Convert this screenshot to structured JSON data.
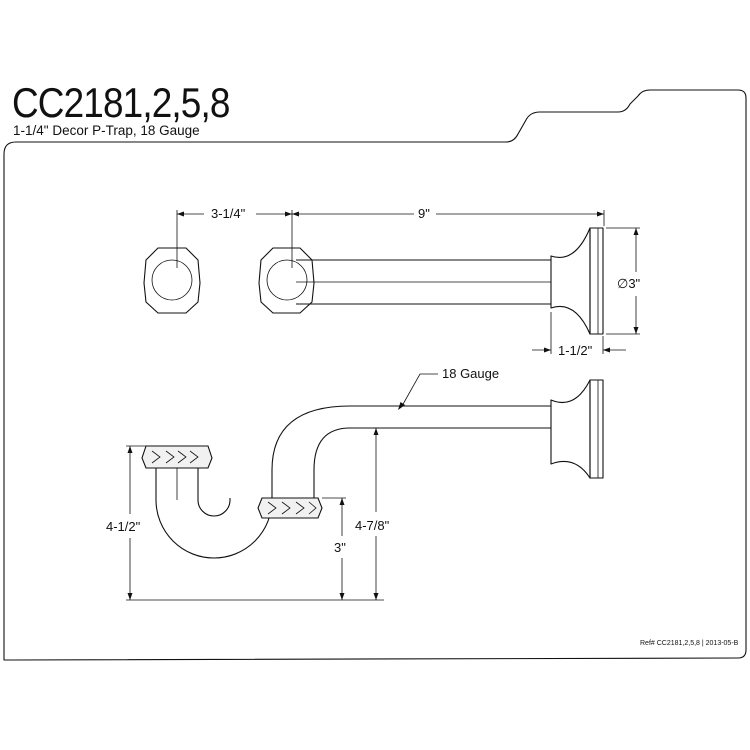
{
  "title": "CC2181,2,5,8",
  "subtitle": "1-1/4\" Decor P-Trap, 18 Gauge",
  "dimensions": {
    "offset": "3-1/4\"",
    "length": "9\"",
    "flange_diameter": "∅3\"",
    "flange_depth": "1-1/2\"",
    "gauge_callout": "18 Gauge",
    "trap_height": "4-1/2\"",
    "inlet_drop": "3\"",
    "outlet_height": "4-7/8\""
  },
  "reference": "Ref# CC2181,2,5,8 | 2013-05-B"
}
